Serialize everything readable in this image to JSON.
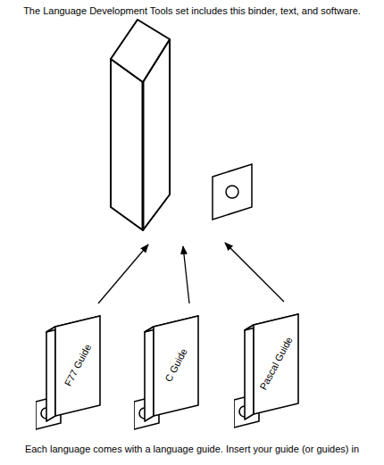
{
  "diagram": {
    "title": "The Language Development Tools set includes this binder, text, and software.",
    "caption": "Each language comes with a language guide. Insert your guide (or guides) in",
    "nodes": [
      {
        "text": [
          "F77 Guide"
        ]
      },
      {
        "text": [
          "C Guide"
        ]
      },
      {
        "text": [
          "Pascal Guide"
        ]
      }
    ]
  }
}
